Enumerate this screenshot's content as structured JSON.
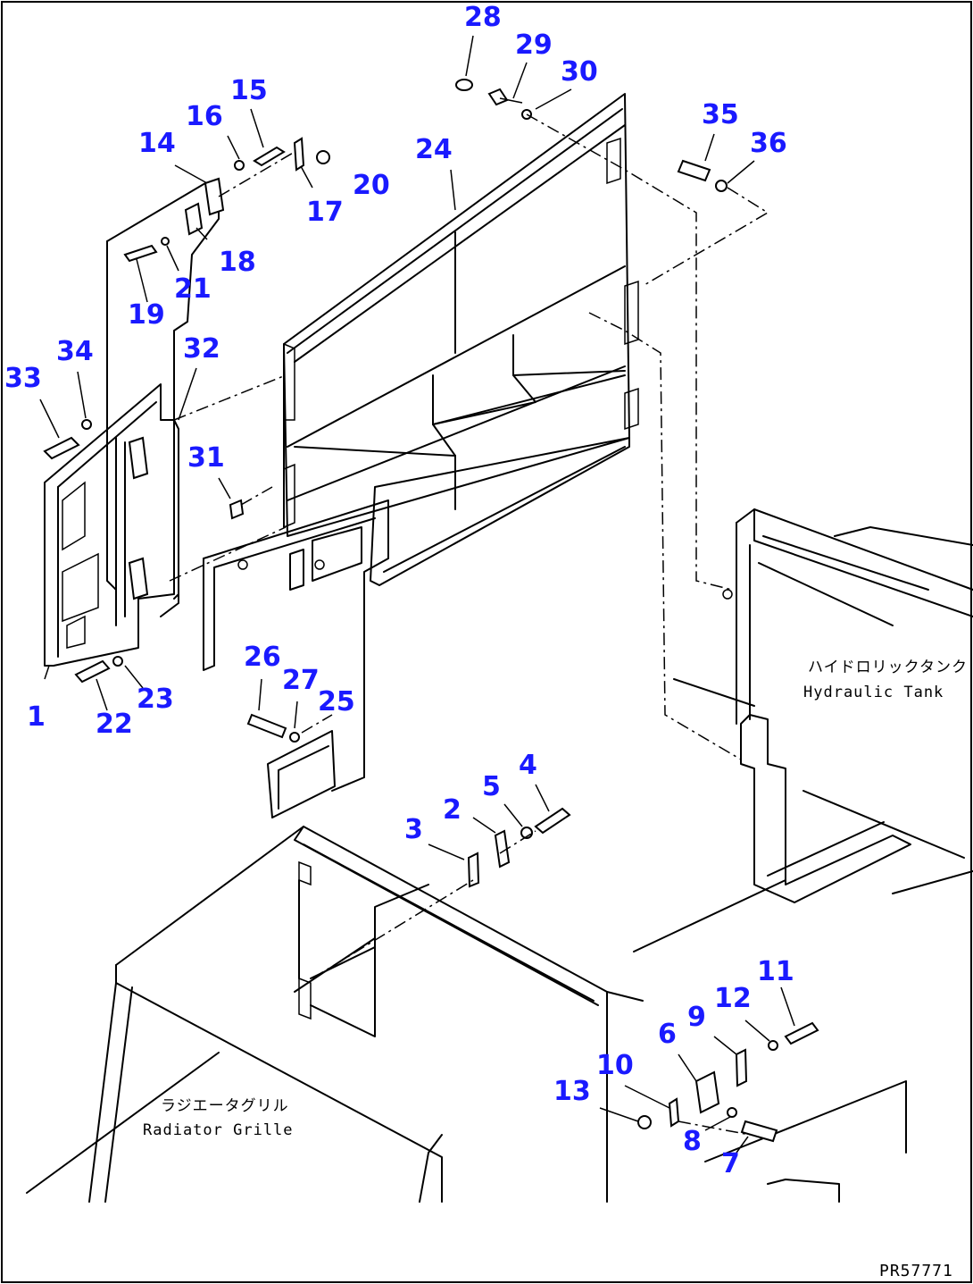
{
  "callout_color": "#1a1aff",
  "callouts": [
    {
      "id": "c1",
      "text": "1"
    },
    {
      "id": "c2",
      "text": "2"
    },
    {
      "id": "c3",
      "text": "3"
    },
    {
      "id": "c4",
      "text": "4"
    },
    {
      "id": "c5",
      "text": "5"
    },
    {
      "id": "c6",
      "text": "6"
    },
    {
      "id": "c7",
      "text": "7"
    },
    {
      "id": "c8",
      "text": "8"
    },
    {
      "id": "c9",
      "text": "9"
    },
    {
      "id": "c10",
      "text": "10"
    },
    {
      "id": "c11",
      "text": "11"
    },
    {
      "id": "c12",
      "text": "12"
    },
    {
      "id": "c13",
      "text": "13"
    },
    {
      "id": "c14",
      "text": "14"
    },
    {
      "id": "c15",
      "text": "15"
    },
    {
      "id": "c16",
      "text": "16"
    },
    {
      "id": "c17",
      "text": "17"
    },
    {
      "id": "c18",
      "text": "18"
    },
    {
      "id": "c19",
      "text": "19"
    },
    {
      "id": "c20",
      "text": "20"
    },
    {
      "id": "c21",
      "text": "21"
    },
    {
      "id": "c22",
      "text": "22"
    },
    {
      "id": "c23",
      "text": "23"
    },
    {
      "id": "c24",
      "text": "24"
    },
    {
      "id": "c25",
      "text": "25"
    },
    {
      "id": "c26",
      "text": "26"
    },
    {
      "id": "c27",
      "text": "27"
    },
    {
      "id": "c28",
      "text": "28"
    },
    {
      "id": "c29",
      "text": "29"
    },
    {
      "id": "c30",
      "text": "30"
    },
    {
      "id": "c31",
      "text": "31"
    },
    {
      "id": "c32",
      "text": "32"
    },
    {
      "id": "c33",
      "text": "33"
    },
    {
      "id": "c34",
      "text": "34"
    },
    {
      "id": "c35",
      "text": "35"
    },
    {
      "id": "c36",
      "text": "36"
    }
  ],
  "notes": {
    "hydraulic_tank_jp": "ハイドロリックタンク",
    "hydraulic_tank_en": "Hydraulic Tank",
    "radiator_grille_jp": "ラジエータグリル",
    "radiator_grille_en": "Radiator Grille"
  },
  "drawing_number": "PR57771"
}
